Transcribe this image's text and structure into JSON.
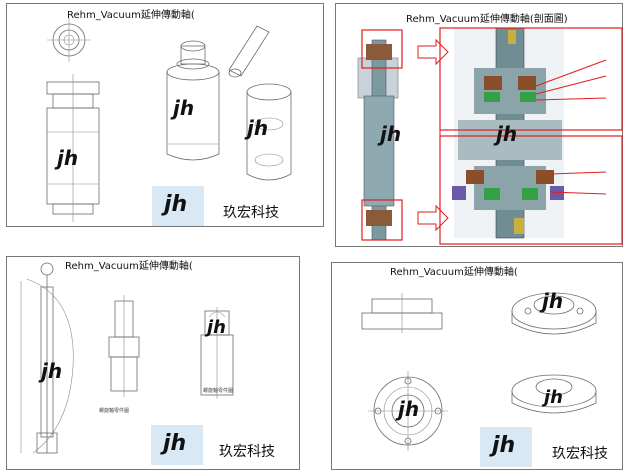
{
  "panels": [
    {
      "id": "top-left",
      "title": "Rehm_Vacuum延伸傳動軸("
    },
    {
      "id": "top-right",
      "title": "Rehm_Vacuum延伸傳動軸(剖面圖)"
    },
    {
      "id": "bottom-left",
      "title": "Rehm_Vacuum延伸傳動軸("
    },
    {
      "id": "bottom-right",
      "title": "Rehm_Vacuum延伸傳動軸("
    }
  ],
  "brand": {
    "name": "玖宏科技",
    "logo_text": "jh"
  },
  "drawing_caption": "螺旋軸零件圖"
}
